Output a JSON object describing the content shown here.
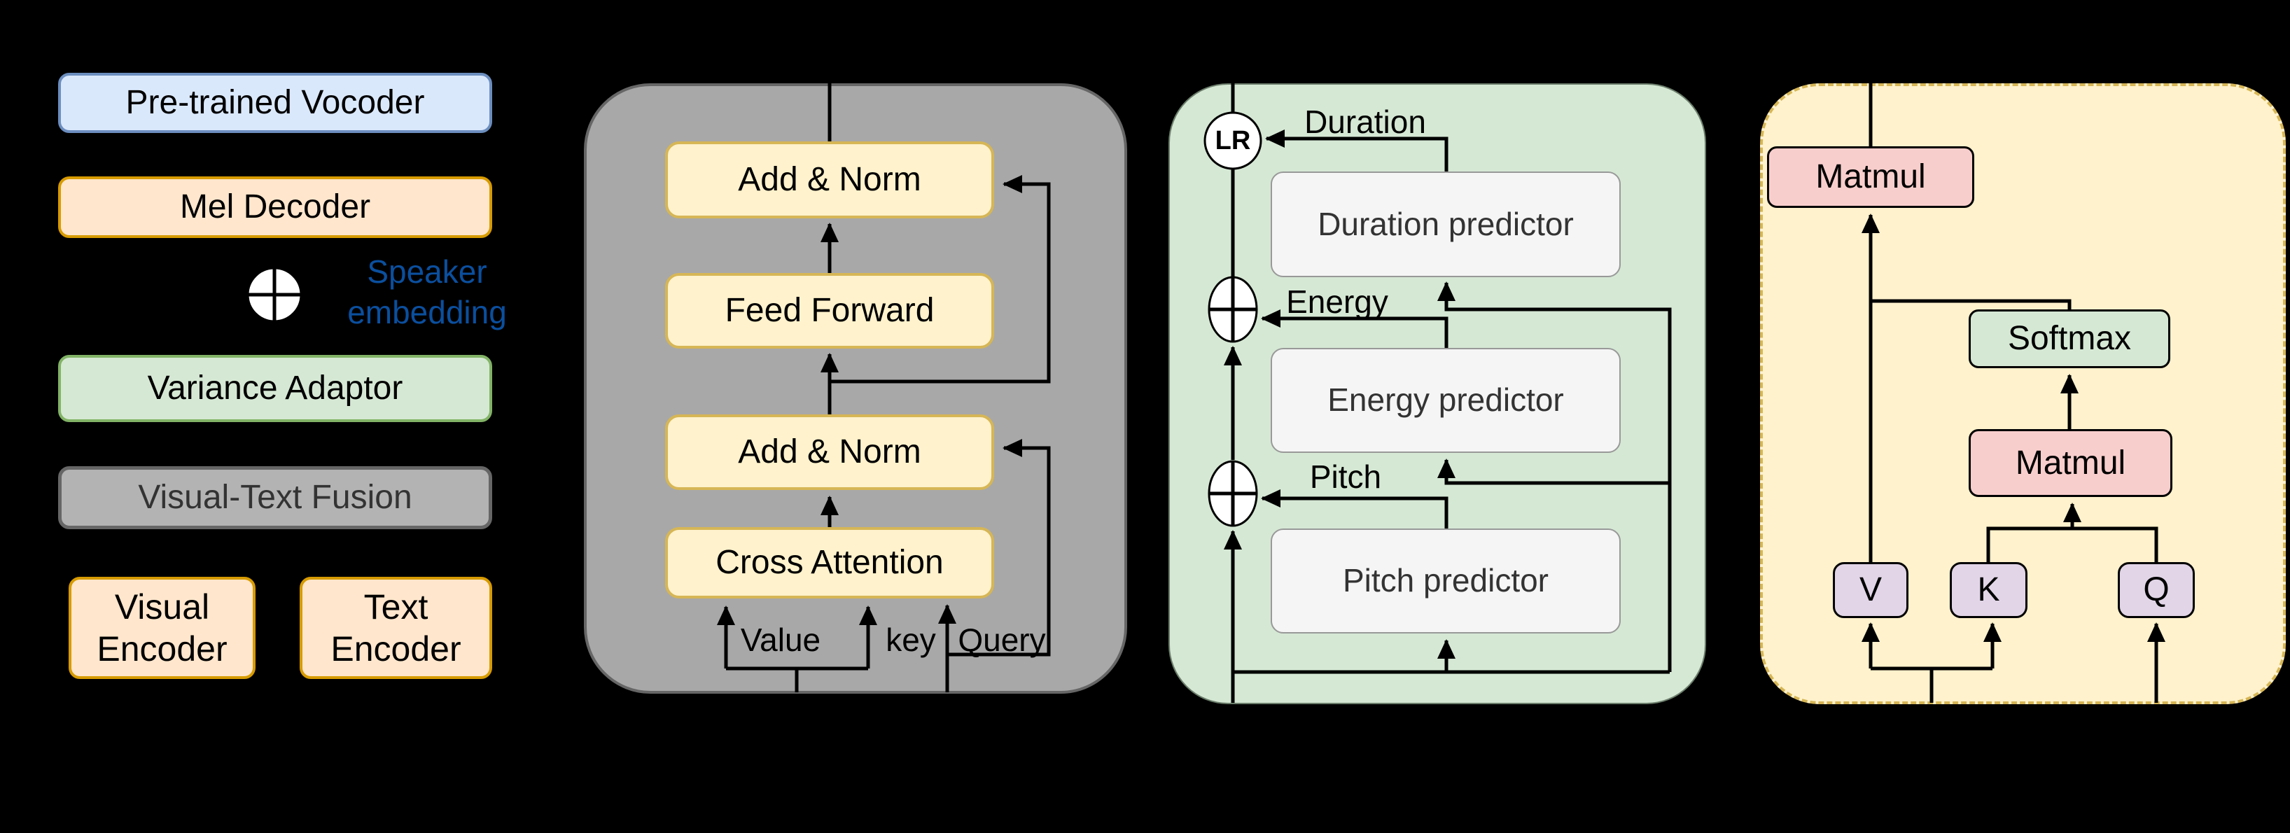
{
  "background": "#000000",
  "pipeline": {
    "vocoder": "Pre-trained Vocoder",
    "mel_decoder": "Mel Decoder",
    "speaker_embedding": "Speaker\nembedding",
    "variance_adaptor": "Variance Adaptor",
    "visual_text_fusion": "Visual-Text Fusion",
    "visual_encoder": "Visual\nEncoder",
    "text_encoder": "Text\nEncoder"
  },
  "decoder_block": {
    "add_norm": "Add & Norm",
    "feed_forward": "Feed Forward",
    "cross_attention": "Cross Attention",
    "value_label": "Value",
    "key_label": "key",
    "query_label": "Query"
  },
  "variance_block": {
    "lr_badge": "LR",
    "duration_label": "Duration",
    "duration_predictor": "Duration predictor",
    "energy_label": "Energy",
    "energy_predictor": "Energy predictor",
    "pitch_label": "Pitch",
    "pitch_predictor": "Pitch predictor"
  },
  "attention_block": {
    "matmul": "Matmul",
    "softmax": "Softmax",
    "v_label": "V",
    "k_label": "K",
    "q_label": "Q"
  },
  "icons": {
    "add_icon": "circle-plus",
    "lr_icon": "length-regulator-circle"
  },
  "colors": {
    "background": "#000000",
    "blue_fill": "#dae8fc",
    "blue_border": "#6c8ebf",
    "orange_fill": "#ffe6cc",
    "orange_border": "#d79b00",
    "green_fill": "#d5e8d4",
    "green_border": "#82b366",
    "gray_fill": "#b3b3b3",
    "gray_border": "#666666",
    "panel_gray": "#a8a8a8",
    "yellow_fill": "#fff2cc",
    "yellow_border": "#d6b656",
    "pink_fill": "#f8cecc",
    "purple_fill": "#e1d5e7",
    "predictor_fill": "#f5f5f5",
    "speaker_text": "#0b4f9e",
    "wire": "#000000"
  }
}
